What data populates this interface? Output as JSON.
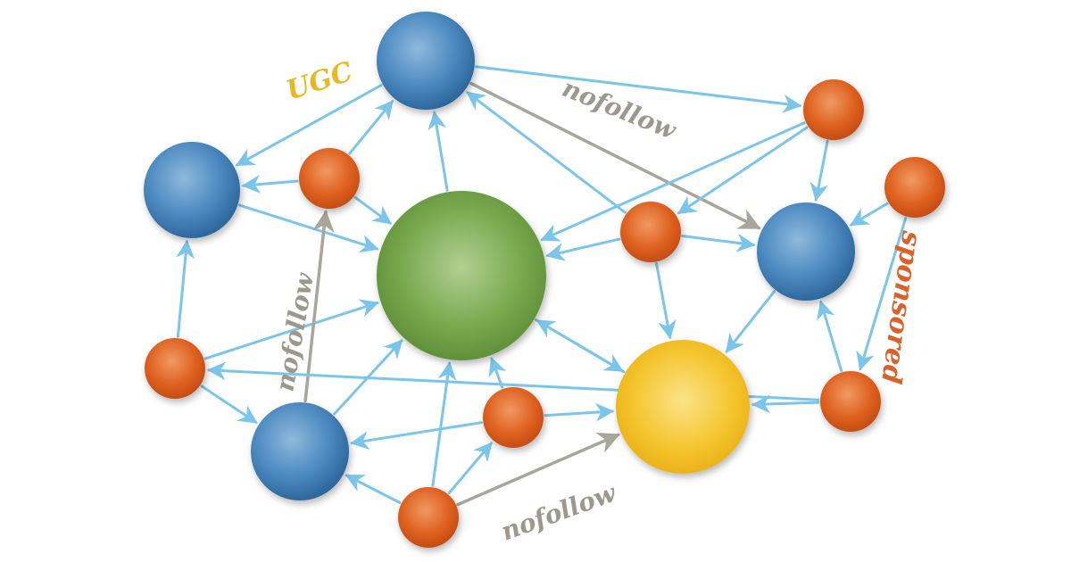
{
  "colors": {
    "background": "#ffffff",
    "link": "#7cc5ea",
    "nofollow": "#a8a59b",
    "ugc_text": "#e8b820",
    "sponsored_text": "#d9622a",
    "nofollow_text": "#9c988d",
    "node_blue": "#3f7fb5",
    "node_green": "#6f9f45",
    "node_orange": "#db5d19",
    "node_yellow": "#f3c22c"
  },
  "labels": {
    "ugc": "UGC",
    "nofollow_top": "nofollow",
    "nofollow_left": "nofollow",
    "nofollow_bottom": "nofollow",
    "sponsored": "sponsored"
  },
  "nodes": [
    {
      "id": "blue-top",
      "kind": "blue"
    },
    {
      "id": "blue-left",
      "kind": "blue"
    },
    {
      "id": "blue-right",
      "kind": "blue"
    },
    {
      "id": "blue-bottom-left",
      "kind": "blue"
    },
    {
      "id": "green-center",
      "kind": "green"
    },
    {
      "id": "yellow",
      "kind": "yellow"
    },
    {
      "id": "orange-top-right",
      "kind": "orange"
    },
    {
      "id": "orange-far-right",
      "kind": "orange"
    },
    {
      "id": "orange-mid-left",
      "kind": "orange"
    },
    {
      "id": "orange-mid-right",
      "kind": "orange"
    },
    {
      "id": "orange-left",
      "kind": "orange"
    },
    {
      "id": "orange-bottom-mid",
      "kind": "orange"
    },
    {
      "id": "orange-bottom",
      "kind": "orange"
    },
    {
      "id": "orange-right-low",
      "kind": "orange"
    }
  ],
  "links": [
    {
      "from": "blue-top",
      "to": "blue-left",
      "type": "ugc"
    },
    {
      "from": "blue-top",
      "to": "orange-top-right",
      "type": "follow"
    },
    {
      "from": "blue-top",
      "to": "blue-right",
      "type": "nofollow"
    },
    {
      "from": "green-center",
      "to": "blue-top",
      "type": "follow"
    },
    {
      "from": "orange-mid-left",
      "to": "blue-top",
      "type": "follow"
    },
    {
      "from": "orange-mid-left",
      "to": "blue-left",
      "type": "follow"
    },
    {
      "from": "orange-mid-left",
      "to": "green-center",
      "type": "follow"
    },
    {
      "from": "blue-left",
      "to": "green-center",
      "type": "follow"
    },
    {
      "from": "orange-left",
      "to": "blue-left",
      "type": "follow"
    },
    {
      "from": "orange-left",
      "to": "green-center",
      "type": "follow"
    },
    {
      "from": "orange-left",
      "to": "blue-bottom-left",
      "type": "follow"
    },
    {
      "from": "blue-bottom-left",
      "to": "orange-mid-left",
      "type": "nofollow"
    },
    {
      "from": "blue-bottom-left",
      "to": "green-center",
      "type": "follow"
    },
    {
      "from": "orange-bottom-mid",
      "to": "blue-bottom-left",
      "type": "follow"
    },
    {
      "from": "orange-bottom-mid",
      "to": "green-center",
      "type": "follow"
    },
    {
      "from": "orange-bottom-mid",
      "to": "yellow",
      "type": "follow"
    },
    {
      "from": "orange-bottom",
      "to": "blue-bottom-left",
      "type": "follow"
    },
    {
      "from": "orange-bottom",
      "to": "green-center",
      "type": "follow"
    },
    {
      "from": "orange-bottom",
      "to": "orange-bottom-mid",
      "type": "follow"
    },
    {
      "from": "orange-bottom",
      "to": "yellow",
      "type": "nofollow"
    },
    {
      "from": "orange-mid-right",
      "to": "blue-top",
      "type": "follow"
    },
    {
      "from": "orange-mid-right",
      "to": "green-center",
      "type": "follow"
    },
    {
      "from": "orange-mid-right",
      "to": "blue-right",
      "type": "follow"
    },
    {
      "from": "orange-mid-right",
      "to": "yellow",
      "type": "follow"
    },
    {
      "from": "orange-top-right",
      "to": "blue-right",
      "type": "follow"
    },
    {
      "from": "orange-top-right",
      "to": "green-center",
      "type": "follow"
    },
    {
      "from": "orange-top-right",
      "to": "orange-mid-right",
      "type": "follow"
    },
    {
      "from": "green-center",
      "to": "yellow",
      "type": "follow"
    },
    {
      "from": "yellow",
      "to": "green-center",
      "type": "follow"
    },
    {
      "from": "blue-right",
      "to": "yellow",
      "type": "follow"
    },
    {
      "from": "orange-far-right",
      "to": "blue-right",
      "type": "follow"
    },
    {
      "from": "orange-far-right",
      "to": "orange-right-low",
      "type": "sponsored"
    },
    {
      "from": "orange-right-low",
      "to": "blue-right",
      "type": "follow"
    },
    {
      "from": "orange-right-low",
      "to": "yellow",
      "type": "follow"
    },
    {
      "from": "orange-right-low",
      "to": "orange-left",
      "type": "follow"
    }
  ]
}
